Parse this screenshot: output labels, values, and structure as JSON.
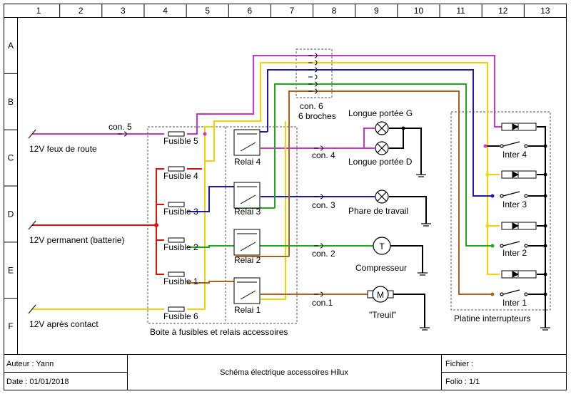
{
  "grid": {
    "columns": [
      "1",
      "2",
      "3",
      "4",
      "5",
      "6",
      "7",
      "8",
      "9",
      "10",
      "11",
      "12",
      "13"
    ],
    "rows": [
      "A",
      "B",
      "C",
      "D",
      "E",
      "F"
    ]
  },
  "colors": {
    "purple": "#cc33cc",
    "yellow": "#f2d200",
    "blue": "#1a1ab3",
    "green": "#1aaa1a",
    "brown": "#a8641e",
    "red": "#dd1111",
    "black": "#000000"
  },
  "labels": {
    "feed_lights": "12V feux de route",
    "feed_battery": "12V permanent (batterie)",
    "feed_ignition": "12V après contact",
    "con5": "con. 5",
    "con6_line1": "con. 6",
    "con6_line2": "6 broches",
    "con4": "con. 4",
    "con3": "con. 3",
    "con2": "con. 2",
    "con1": "con.1",
    "fuse5": "Fusible 5",
    "fuse4": "Fusible 4",
    "fuse3": "Fusible 3",
    "fuse2": "Fusible 2",
    "fuse1": "Fusible 1",
    "fuse6": "Fusible 6",
    "relay4": "Relai 4",
    "relay3": "Relai 3",
    "relay2": "Relai 2",
    "relay1": "Relai 1",
    "box_title": "Boite à fusibles et relais accessoires",
    "lamp_g": "Longue portée G",
    "lamp_d": "Longue portée D",
    "work_light": "Phare de travail",
    "compressor": "Compresseur",
    "winch": "\"Treuil\"",
    "switch4": "Inter 4",
    "switch3": "Inter 3",
    "switch2": "Inter 2",
    "switch1": "Inter 1",
    "switch_panel": "Platine interrupteurs",
    "compressor_symbol": "T",
    "winch_symbol": "M"
  },
  "title_block": {
    "author": "Auteur : Yann",
    "date": "Date : 01/01/2018",
    "title": "Schéma électrique accessoires Hilux",
    "file": "Fichier :",
    "folio": "Folio : 1/1"
  }
}
